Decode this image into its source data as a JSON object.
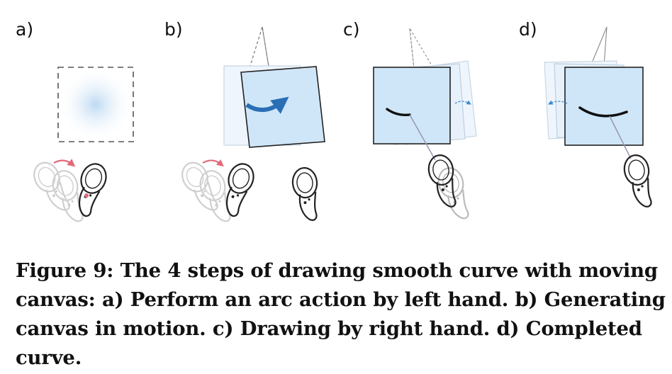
{
  "figure": {
    "panels": [
      {
        "label": "a)"
      },
      {
        "label": "b)"
      },
      {
        "label": "c)"
      },
      {
        "label": "d)"
      }
    ],
    "colors": {
      "canvas_fill": "#cfe6f8",
      "canvas_stroke": "#222222",
      "ghost_fill": "#e6f1fb",
      "arc_arrow": "#2a6fb5",
      "curve": "#111111",
      "hand_arc": "#e06a7a",
      "ray": "#9a9ab8"
    }
  },
  "caption": {
    "lines": [
      "Figure 9: The 4 steps of drawing smooth curve with moving",
      "canvas: a) Perform an arc action by left hand. b) Generating",
      "canvas in motion. c) Drawing by right hand. d) Completed",
      "curve."
    ]
  }
}
